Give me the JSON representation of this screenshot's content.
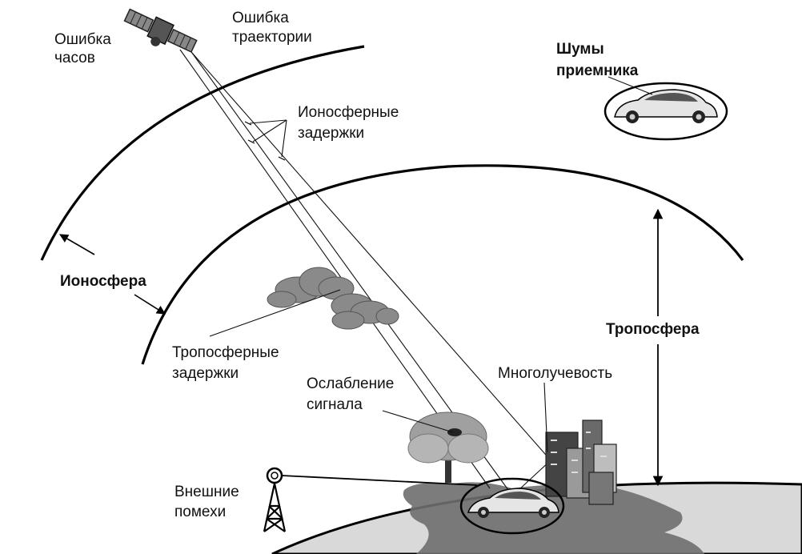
{
  "labels": {
    "clock_error_1": "Ошибка",
    "clock_error_2": "часов",
    "trajectory_error_1": "Ошибка",
    "trajectory_error_2": "траектории",
    "iono_delays_1": "Ионосферные",
    "iono_delays_2": "задержки",
    "receiver_noise_1": "Шумы",
    "receiver_noise_2": "приемника",
    "ionosphere": "Ионосфера",
    "troposphere": "Тропосфера",
    "tropo_delays_1": "Тропосферные",
    "tropo_delays_2": "задержки",
    "attenuation_1": "Ослабление",
    "attenuation_2": "сигнала",
    "multipath": "Многолучевость",
    "interference_1": "Внешние",
    "interference_2": "помехи"
  },
  "icons": [
    "satellite-icon",
    "car-icon",
    "cloud-icon",
    "tree-icon",
    "buildings-icon",
    "radio-tower-icon"
  ]
}
